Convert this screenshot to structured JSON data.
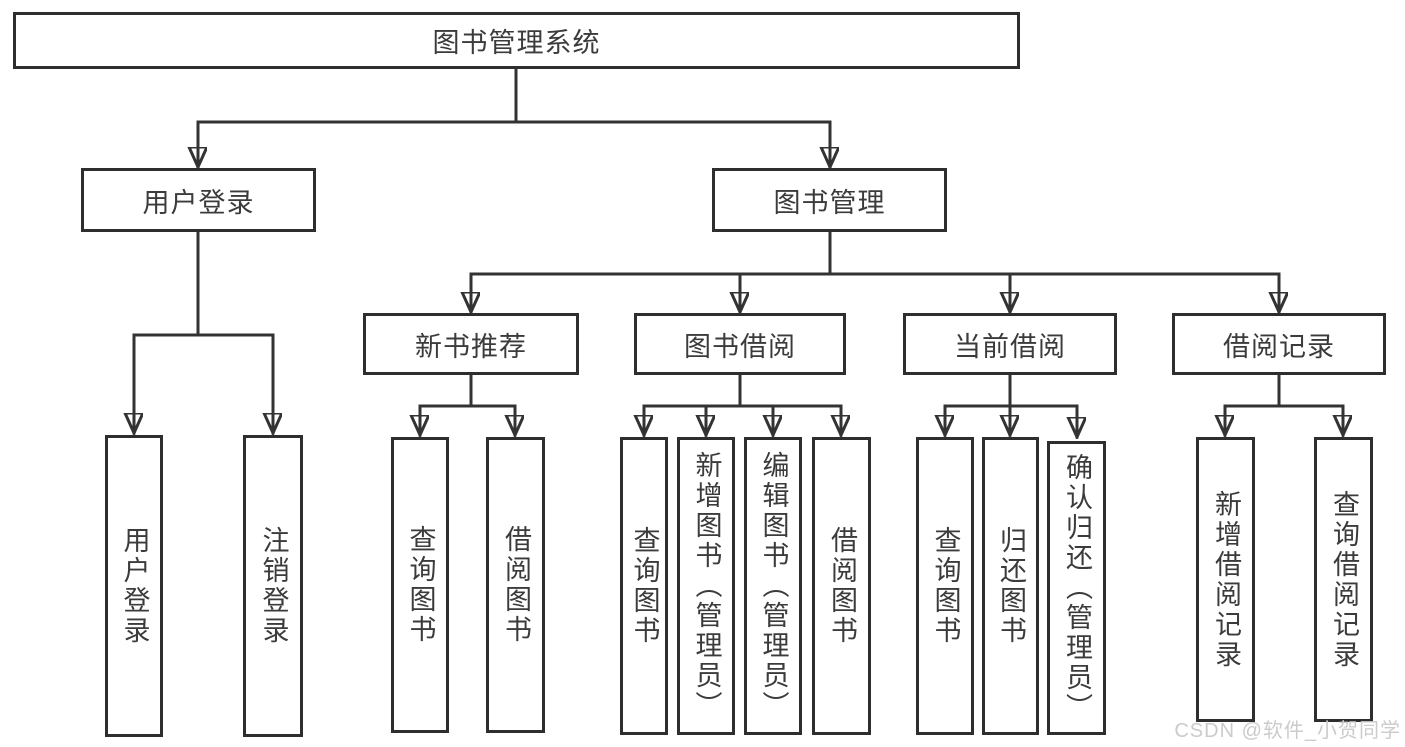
{
  "tree": {
    "label": "图书管理系统",
    "children": [
      {
        "label": "用户登录",
        "children": [
          {
            "label": "用户登录"
          },
          {
            "label": "注销登录"
          }
        ]
      },
      {
        "label": "图书管理",
        "children": [
          {
            "label": "新书推荐",
            "children": [
              {
                "label": "查询图书"
              },
              {
                "label": "借阅图书"
              }
            ]
          },
          {
            "label": "图书借阅",
            "children": [
              {
                "label": "查询图书"
              },
              {
                "label": "新增图书（管理员）"
              },
              {
                "label": "编辑图书（管理员）"
              },
              {
                "label": "借阅图书"
              }
            ]
          },
          {
            "label": "当前借阅",
            "children": [
              {
                "label": "查询图书"
              },
              {
                "label": "归还图书"
              },
              {
                "label": "确认归还（管理员）"
              }
            ]
          },
          {
            "label": "借阅记录",
            "children": [
              {
                "label": "新增借阅记录"
              },
              {
                "label": "查询借阅记录"
              }
            ]
          }
        ]
      }
    ]
  },
  "watermark": {
    "text": "CSDN @软件_小贺同学",
    "color": "#cbcbcb"
  },
  "colors": {
    "line": "#333333",
    "box_border": "#2e2e2e",
    "box_background": "#ffffff",
    "text": "#3b3b3b"
  }
}
